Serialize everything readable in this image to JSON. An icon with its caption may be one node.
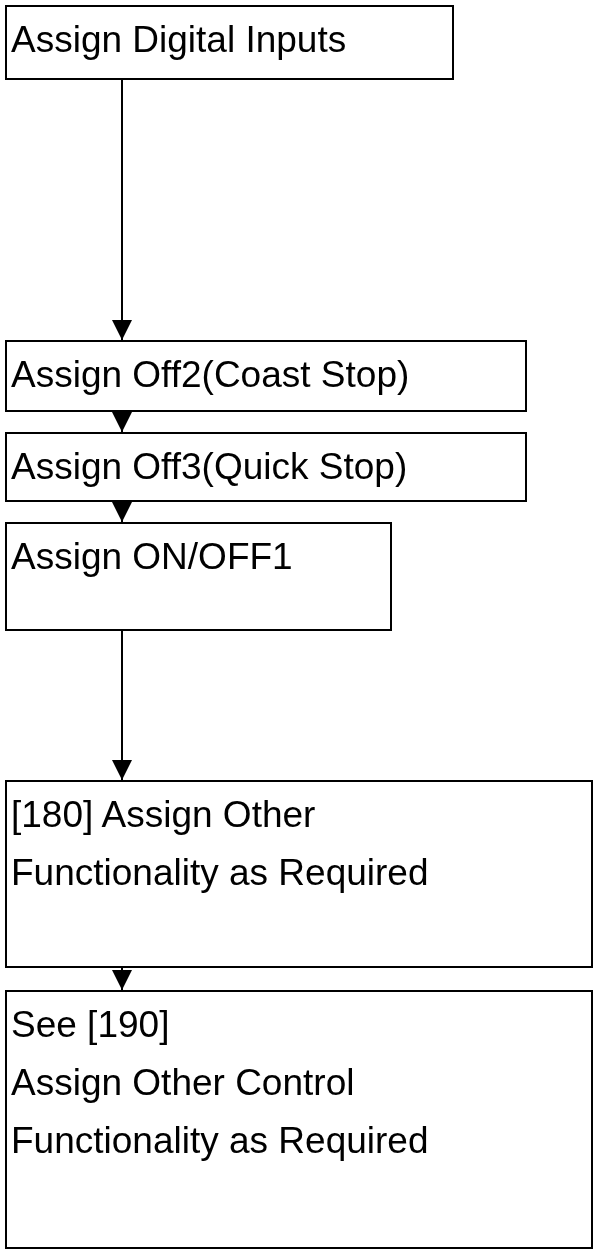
{
  "diagram": {
    "nodes": [
      {
        "text": [
          "Assign Digital Inputs"
        ]
      },
      {
        "text": [
          "Assign Off2(Coast Stop)"
        ]
      },
      {
        "text": [
          "Assign Off3(Quick Stop)"
        ]
      },
      {
        "text": [
          "Assign ON/OFF1"
        ]
      },
      {
        "text": [
          "[180] Assign Other Functionality as Required"
        ]
      },
      {
        "text": [
          "See [190]",
          "Assign Other Control Functionality as Required"
        ]
      }
    ],
    "edges": [
      {
        "from": 0,
        "to": 1,
        "arrow": "to"
      },
      {
        "from": 1,
        "to": 2,
        "arrow": "to"
      },
      {
        "from": 2,
        "to": 3,
        "arrow": "to"
      },
      {
        "from": 3,
        "to": 4,
        "arrow": "to"
      },
      {
        "from": 4,
        "to": 5,
        "arrow": "to"
      }
    ]
  }
}
